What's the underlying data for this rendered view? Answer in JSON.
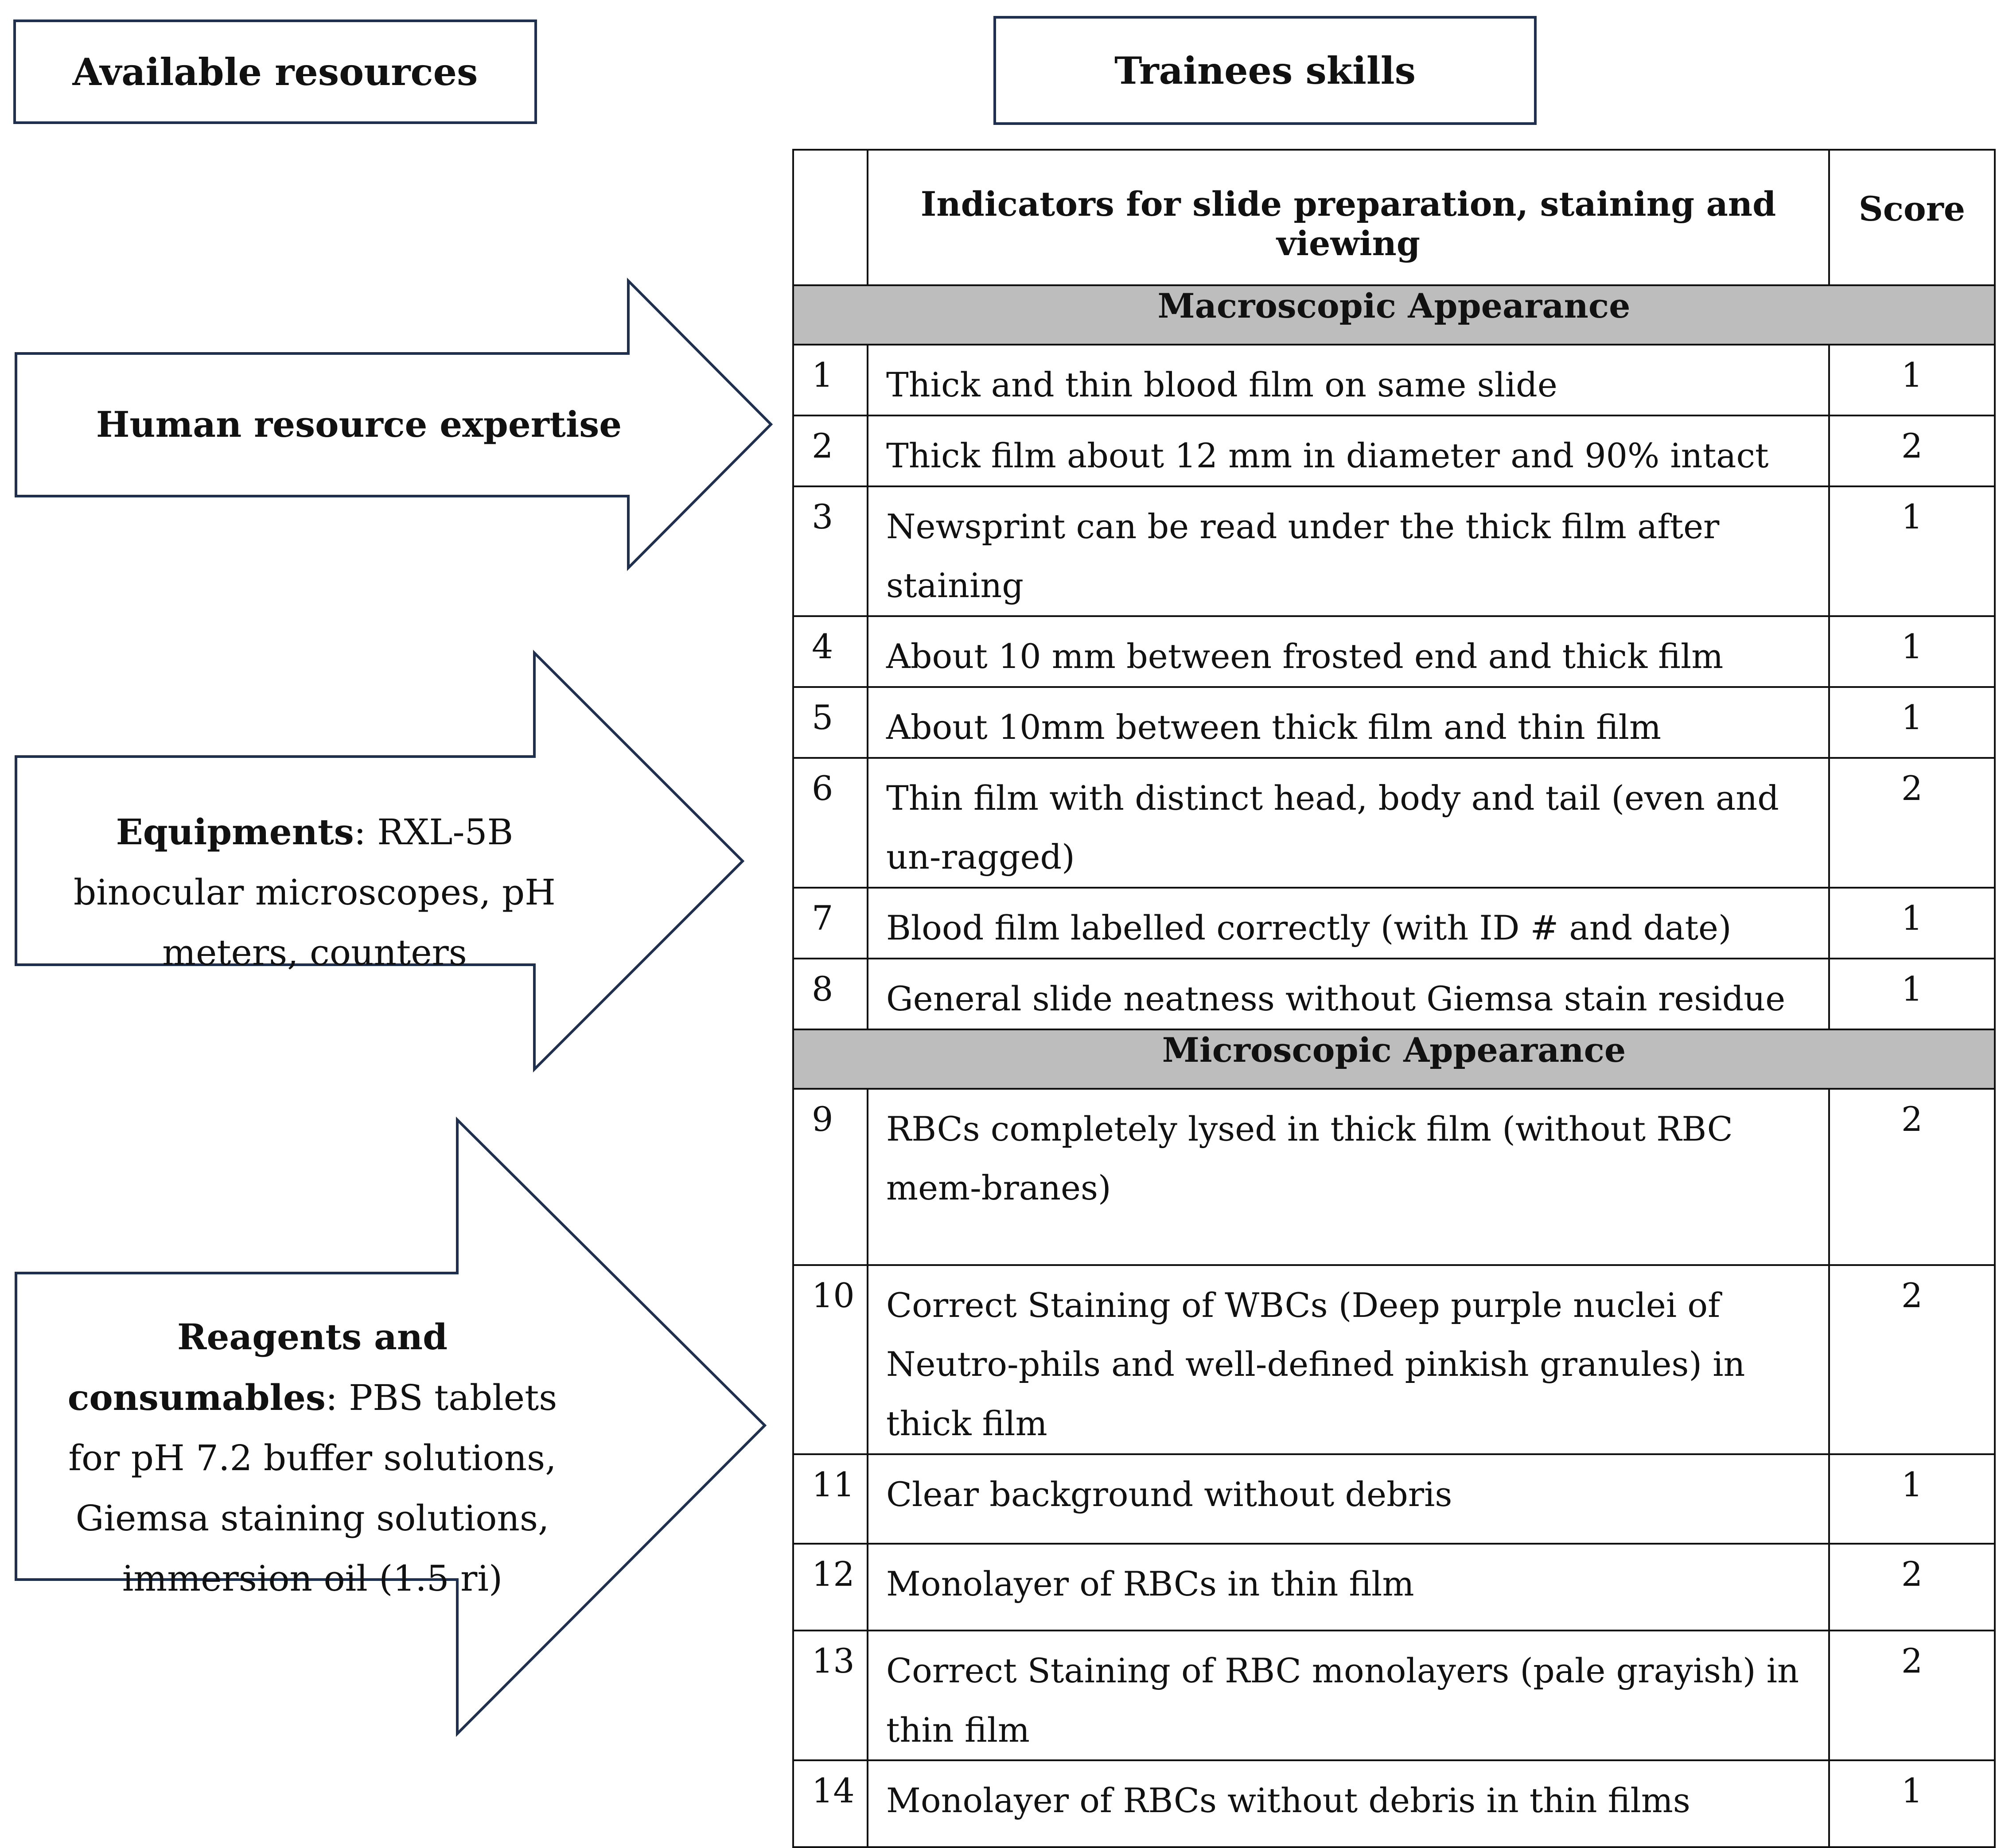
{
  "headers": {
    "available_resources": "Available resources",
    "trainees_skills": "Trainees skills"
  },
  "arrows": [
    {
      "id": "human",
      "bold": "Human resource expertise",
      "rest": ""
    },
    {
      "id": "equip",
      "bold": "Equipments",
      "rest": ": RXL-5B binocular microscopes, pH meters, counters"
    },
    {
      "id": "reagents",
      "bold": "Reagents and consumables",
      "rest": ": PBS tablets for pH 7.2 buffer solutions, Giemsa staining solutions, immersion oil (1.5 ri)"
    }
  ],
  "table": {
    "col_indicators": "Indicators for slide preparation, staining and viewing",
    "col_score": "Score",
    "sections": [
      {
        "title": "Macroscopic Appearance",
        "rows": [
          {
            "n": "1",
            "text": "Thick and thin blood film on same slide",
            "score": "1"
          },
          {
            "n": "2",
            "text": "Thick film about 12 mm in diameter and 90% intact",
            "score": "2"
          },
          {
            "n": "3",
            "text": "Newsprint can be read under the thick film after staining",
            "score": "1"
          },
          {
            "n": "4",
            "text": "About 10 mm between frosted end and thick film",
            "score": "1"
          },
          {
            "n": "5",
            "text": "About 10mm between thick film and thin film",
            "score": "1"
          },
          {
            "n": "6",
            "text": "Thin film with distinct head, body and tail (even and un-ragged)",
            "score": "2"
          },
          {
            "n": "7",
            "text": "Blood film labelled correctly (with ID # and date)",
            "score": "1"
          },
          {
            "n": "8",
            "text": "General slide neatness without Giemsa stain residue",
            "score": "1"
          }
        ]
      },
      {
        "title": "Microscopic Appearance",
        "rows": [
          {
            "n": "9",
            "text": "RBCs completely lysed in thick film (without RBC mem-branes)",
            "score": "2"
          },
          {
            "n": "10",
            "text": "Correct Staining of WBCs (Deep purple nuclei of Neutro-phils and well-defined pinkish granules) in thick film",
            "score": "2"
          },
          {
            "n": "11",
            "text": "Clear background without debris",
            "score": "1"
          },
          {
            "n": "12",
            "text": "Monolayer of RBCs in thin film",
            "score": "2"
          },
          {
            "n": "13",
            "text": "Correct Staining of RBC monolayers (pale grayish) in thin film",
            "score": "2"
          },
          {
            "n": "14",
            "text": "Monolayer of RBCs without debris in thin films",
            "score": "1"
          }
        ]
      }
    ]
  }
}
